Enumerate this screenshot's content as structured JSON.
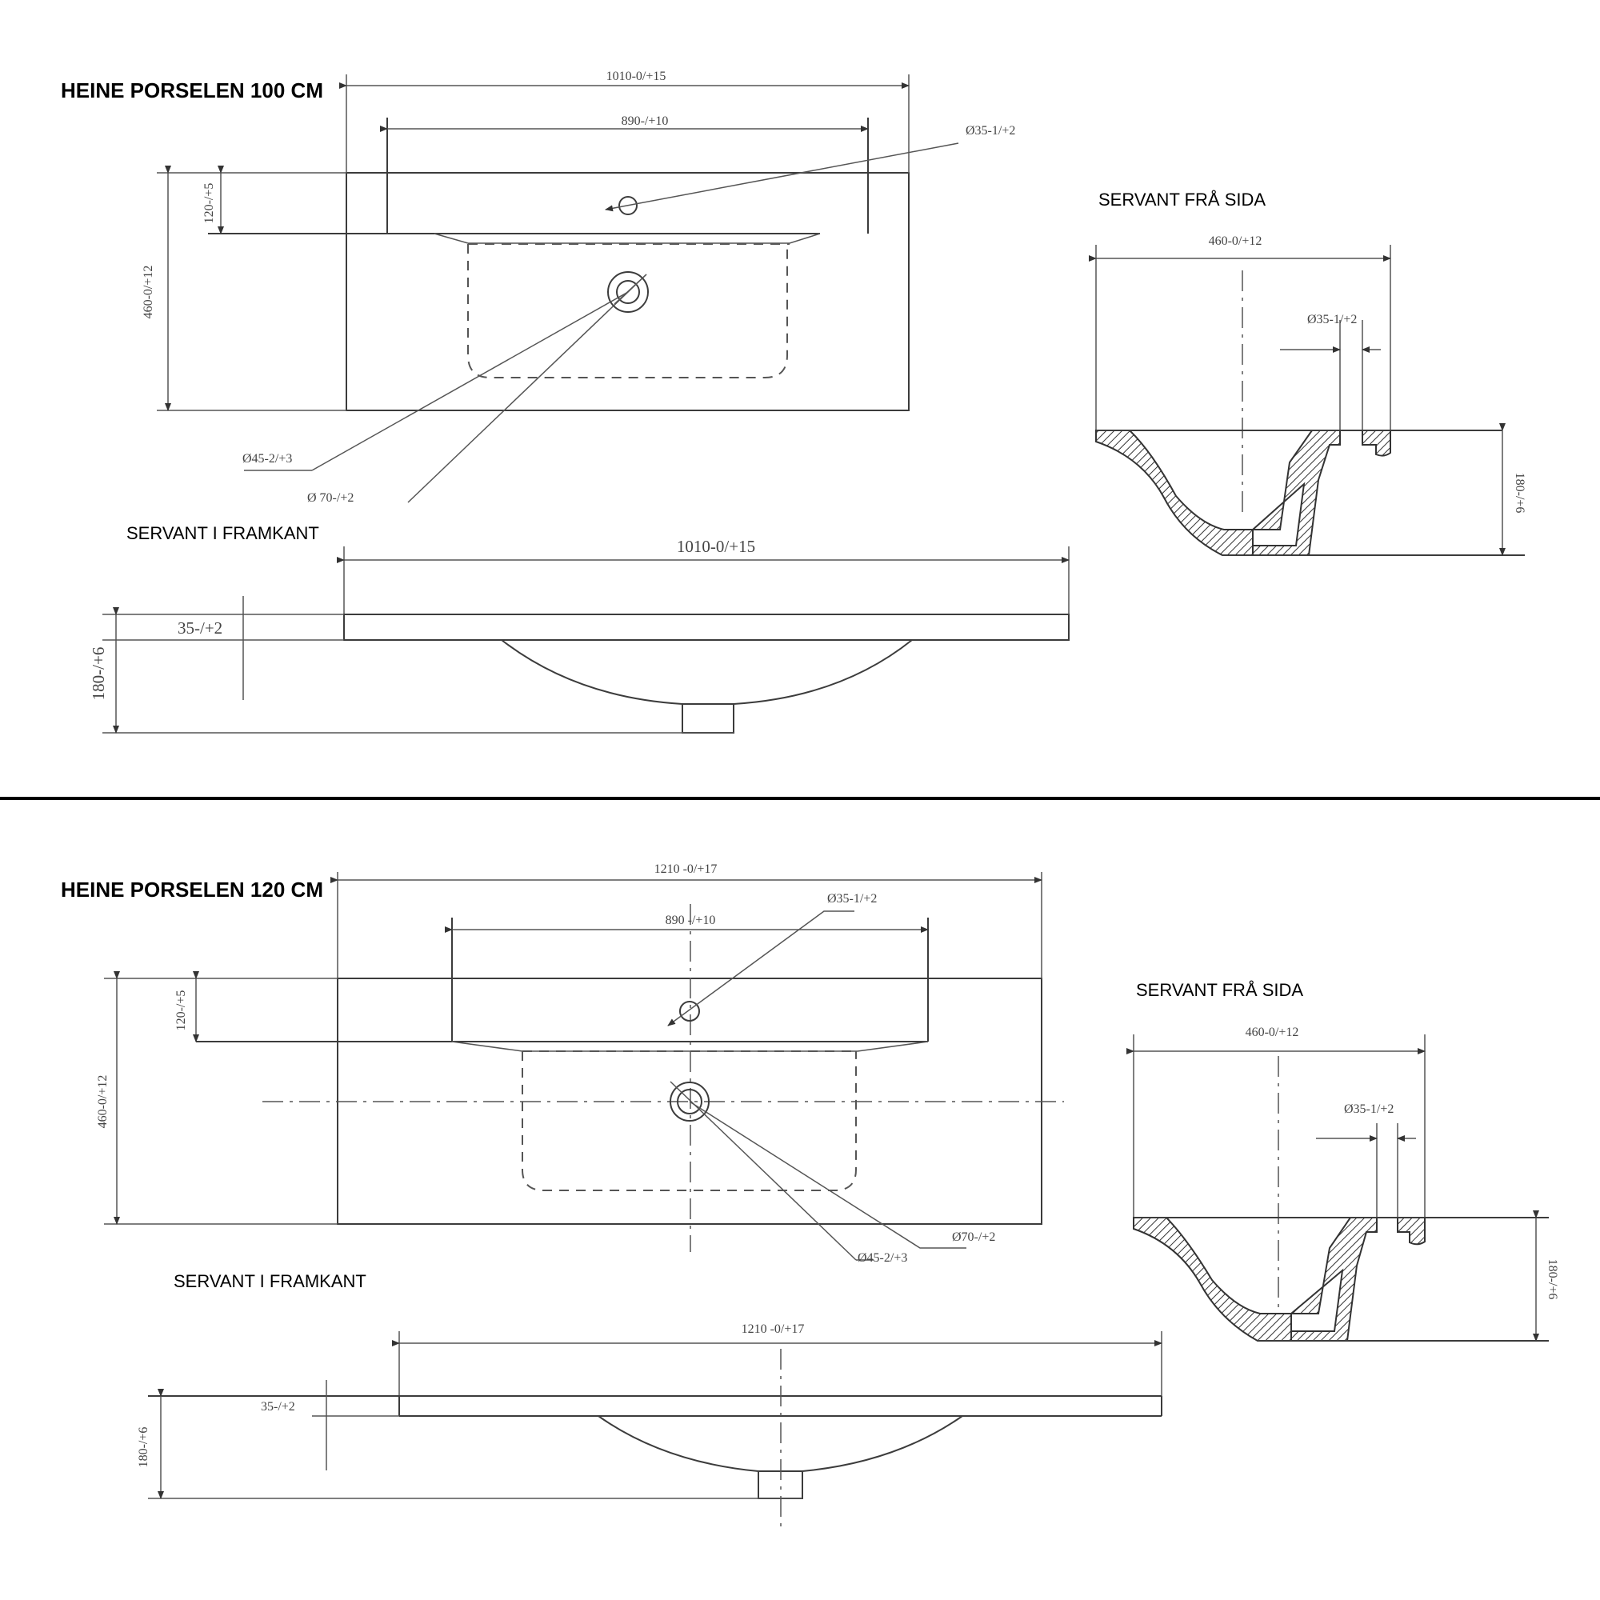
{
  "sheets": [
    {
      "title": "HEINE PORSELEN 100 CM",
      "top_view": {
        "overall_width": "1010-0/+15",
        "basin_width": "890-/+10",
        "tap_hole": "Ø35-1/+2",
        "rear_depth": "120-/+5",
        "overall_depth": "460-0/+12",
        "waste_inner": "Ø45-2/+3",
        "waste_outer": "Ø 70-/+2"
      },
      "front_caption": "SERVANT I FRAMKANT",
      "front_view": {
        "overall_width": "1010-0/+15",
        "rim_thickness": "35-/+2",
        "total_height": "180-/+6"
      },
      "side_caption": "SERVANT FRÅ SIDA",
      "side_view": {
        "depth": "460-0/+12",
        "tap_hole": "Ø35-1/+2",
        "total_height": "180-/+6"
      }
    },
    {
      "title": "HEINE PORSELEN 120 CM",
      "top_view": {
        "overall_width": "1210 -0/+17",
        "basin_width": "890 -/+10",
        "tap_hole": "Ø35-1/+2",
        "rear_depth": "120-/+5",
        "overall_depth": "460-0/+12",
        "waste_inner": "Ø45-2/+3",
        "waste_outer": "Ø70-/+2"
      },
      "front_caption": "SERVANT I FRAMKANT",
      "front_view": {
        "overall_width": "1210 -0/+17",
        "rim_thickness": "35-/+2",
        "total_height": "180-/+6"
      },
      "side_caption": "SERVANT FRÅ SIDA",
      "side_view": {
        "depth": "460-0/+12",
        "tap_hole": "Ø35-1/+2",
        "total_height": "180-/+6"
      }
    }
  ]
}
